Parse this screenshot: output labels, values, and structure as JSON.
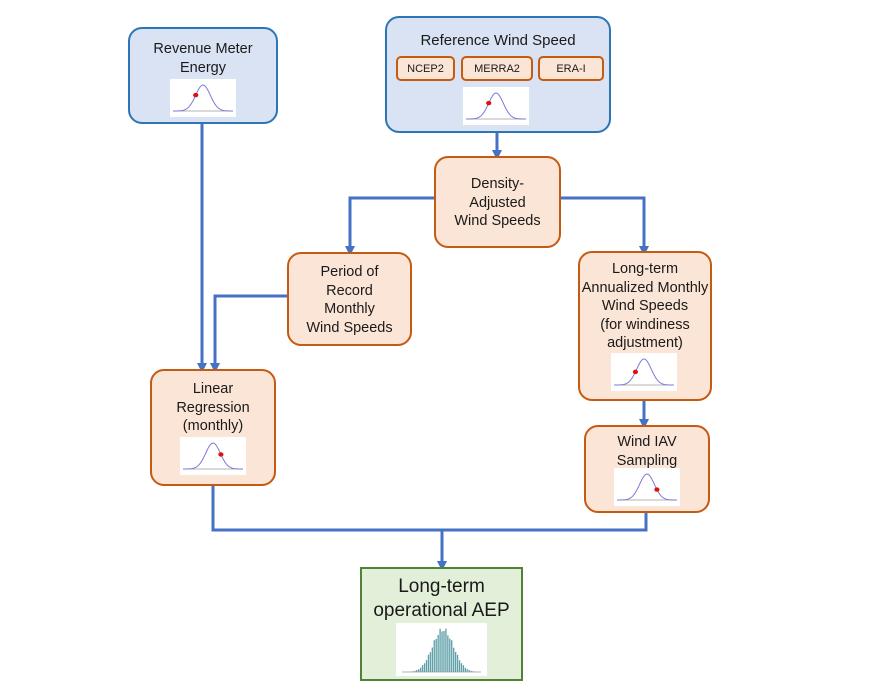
{
  "nodes": {
    "revenue": {
      "lines": [
        "Revenue Meter",
        "Energy"
      ]
    },
    "reference": {
      "title": "Reference Wind Speed",
      "sources": [
        "NCEP2",
        "MERRA2",
        "ERA-I"
      ]
    },
    "density": {
      "lines": [
        "Density-",
        "Adjusted",
        "Wind Speeds"
      ]
    },
    "por": {
      "lines": [
        "Period of",
        "Record",
        "Monthly",
        "Wind Speeds"
      ]
    },
    "longterm": {
      "lines": [
        "Long-term",
        "Annualized Monthly",
        "Wind Speeds",
        "(for windiness",
        "adjustment)"
      ]
    },
    "regression": {
      "lines": [
        "Linear",
        "Regression",
        "(monthly)"
      ]
    },
    "iav": {
      "lines": [
        "Wind IAV",
        "Sampling"
      ]
    },
    "aep": {
      "lines": [
        "Long-term",
        "operational AEP"
      ]
    }
  },
  "colors": {
    "arrow": "#4472c4",
    "orange_fill": "#fbe5d6",
    "orange_border": "#c55a11",
    "blue_fill": "#dae3f3",
    "blue_border": "#2e75b6",
    "green_fill": "#e2f0d9",
    "green_border": "#548235",
    "curve": "#7b7bd6",
    "marker": "#e01010",
    "histogram": "#5f9fa8"
  }
}
